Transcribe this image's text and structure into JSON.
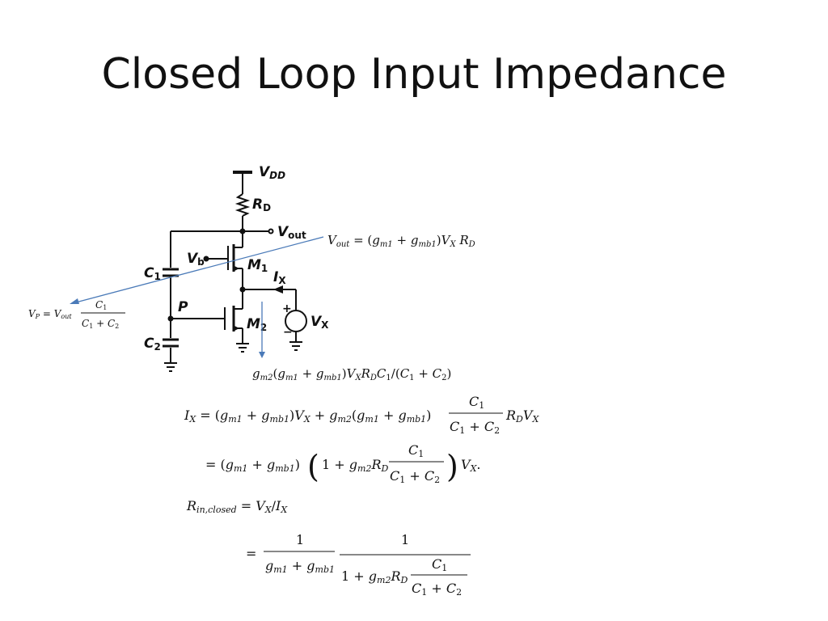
{
  "slide": {
    "title": "Closed Loop Input Impedance"
  },
  "circuit": {
    "vdd": "V",
    "vdd_sub": "DD",
    "rd": "R",
    "rd_sub": "D",
    "vout": "V",
    "vout_sub": "out",
    "vb": "V",
    "vb_sub": "b",
    "m1": "M",
    "m1_sub": "1",
    "m2": "M",
    "m2_sub": "2",
    "c1": "C",
    "c1_sub": "1",
    "c2": "C",
    "c2_sub": "2",
    "p": "P",
    "ix": "I",
    "ix_sub": "X",
    "vx": "V",
    "vx_sub": "X",
    "plus": "+",
    "minus": "−"
  },
  "annotations": {
    "vout_eq": "V_out = (g_m1 + g_mb1)V_X R_D",
    "vp_eq": "V_P = V_out C1/(C1 + C2)",
    "m2_current": "g_m2(g_m1 + g_mb1)V_X R_D C1/(C1 + C2)"
  },
  "equations": {
    "ix_line1": "I_X = (g_m1 + g_mb1)V_X + g_m2(g_m1 + g_mb1) C1/(C1 + C2) R_D V_X",
    "ix_line2": "= (g_m1 + g_mb1)(1 + g_m2 R_D C1/(C1 + C2)) V_X.",
    "rin_def": "R_in,closed = V_X / I_X",
    "rin_result": "= 1/(g_m1 + g_mb1) · 1/(1 + g_m2 R_D C1/(C1 + C2))"
  },
  "colors": {
    "arrow": "#4a7ab8",
    "ink": "#111111"
  }
}
